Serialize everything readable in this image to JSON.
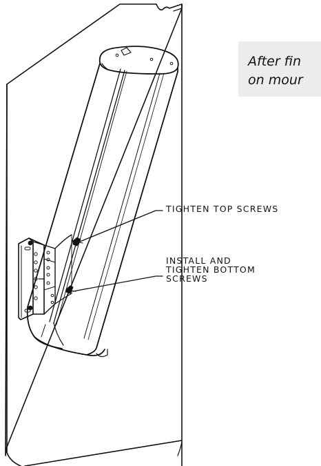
{
  "callout": {
    "line1": "After fin",
    "line2": "on mour"
  },
  "labels": {
    "top_screws": "TIGHTEN TOP SCREWS",
    "bottom_screws_line1": "INSTALL AND",
    "bottom_screws_line2": "TIGHTEN BOTTOM",
    "bottom_screws_line3": "SCREWS"
  },
  "colors": {
    "ink": "#111111",
    "callout_background": "#ececec",
    "paper": "#ffffff"
  }
}
